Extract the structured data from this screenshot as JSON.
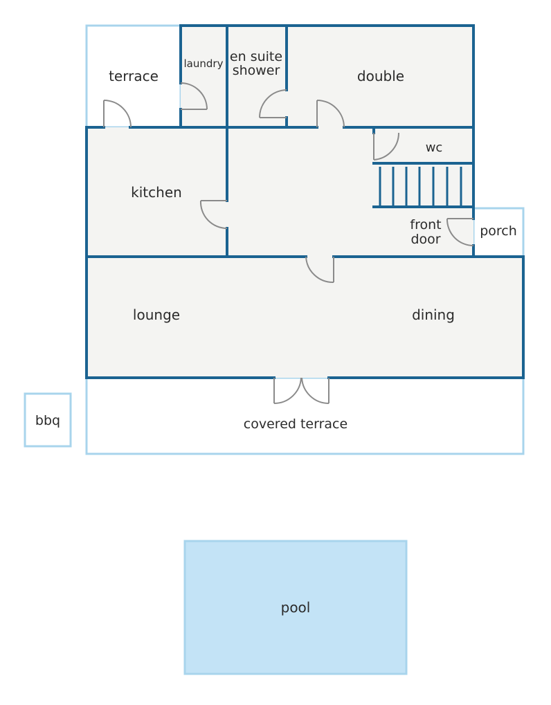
{
  "rooms": {
    "terrace": "terrace",
    "laundry": "laundry",
    "en_suite_line1": "en suite",
    "en_suite_line2": "shower",
    "double": "double",
    "wc": "wc",
    "kitchen": "kitchen",
    "front_door_line1": "front",
    "front_door_line2": "door",
    "porch": "porch",
    "lounge": "lounge",
    "dining": "dining",
    "covered_terrace": "covered terrace",
    "bbq": "bbq",
    "pool": "pool"
  },
  "colors": {
    "wall": "#1b6391",
    "outline_light": "#a8d4ec",
    "floor": "#f4f4f2",
    "door": "#8a8a8a",
    "pool": "#c3e3f6"
  }
}
